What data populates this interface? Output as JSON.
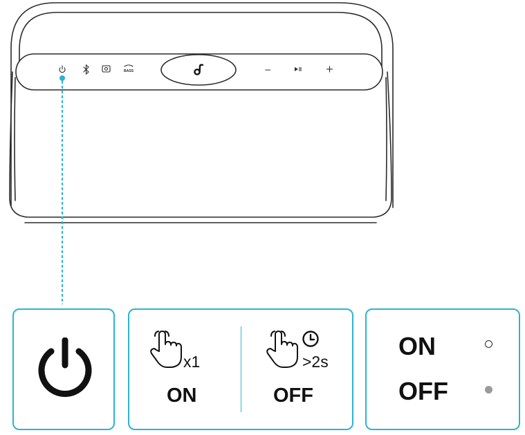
{
  "colors": {
    "accent": "#2bb3d4",
    "outline": "#2a2a2a",
    "led_off": "#9a9a9a"
  },
  "speaker": {
    "top_icons": [
      "power-icon",
      "bluetooth-icon",
      "partycast-icon",
      "bass-icon"
    ],
    "top_logo": "soundcore-logo",
    "bass_label": "BASS",
    "volume_down_symbol": "−",
    "play_pause_symbol": "▸ıı",
    "volume_up_symbol": "+"
  },
  "power_panel": {
    "icon": "power-icon"
  },
  "gesture_panel": {
    "press_once": {
      "icon": "hand-press-icon",
      "count_label": "x1",
      "action_label": "ON"
    },
    "press_hold": {
      "icon": "hand-press-clock-icon",
      "duration_label": ">2s",
      "action_label": "OFF"
    }
  },
  "indicator_panel": {
    "on": {
      "label": "ON",
      "led": "empty-circle",
      "led_state": "off"
    },
    "off": {
      "label": "OFF",
      "led": "filled-circle",
      "led_state": "gray"
    }
  }
}
